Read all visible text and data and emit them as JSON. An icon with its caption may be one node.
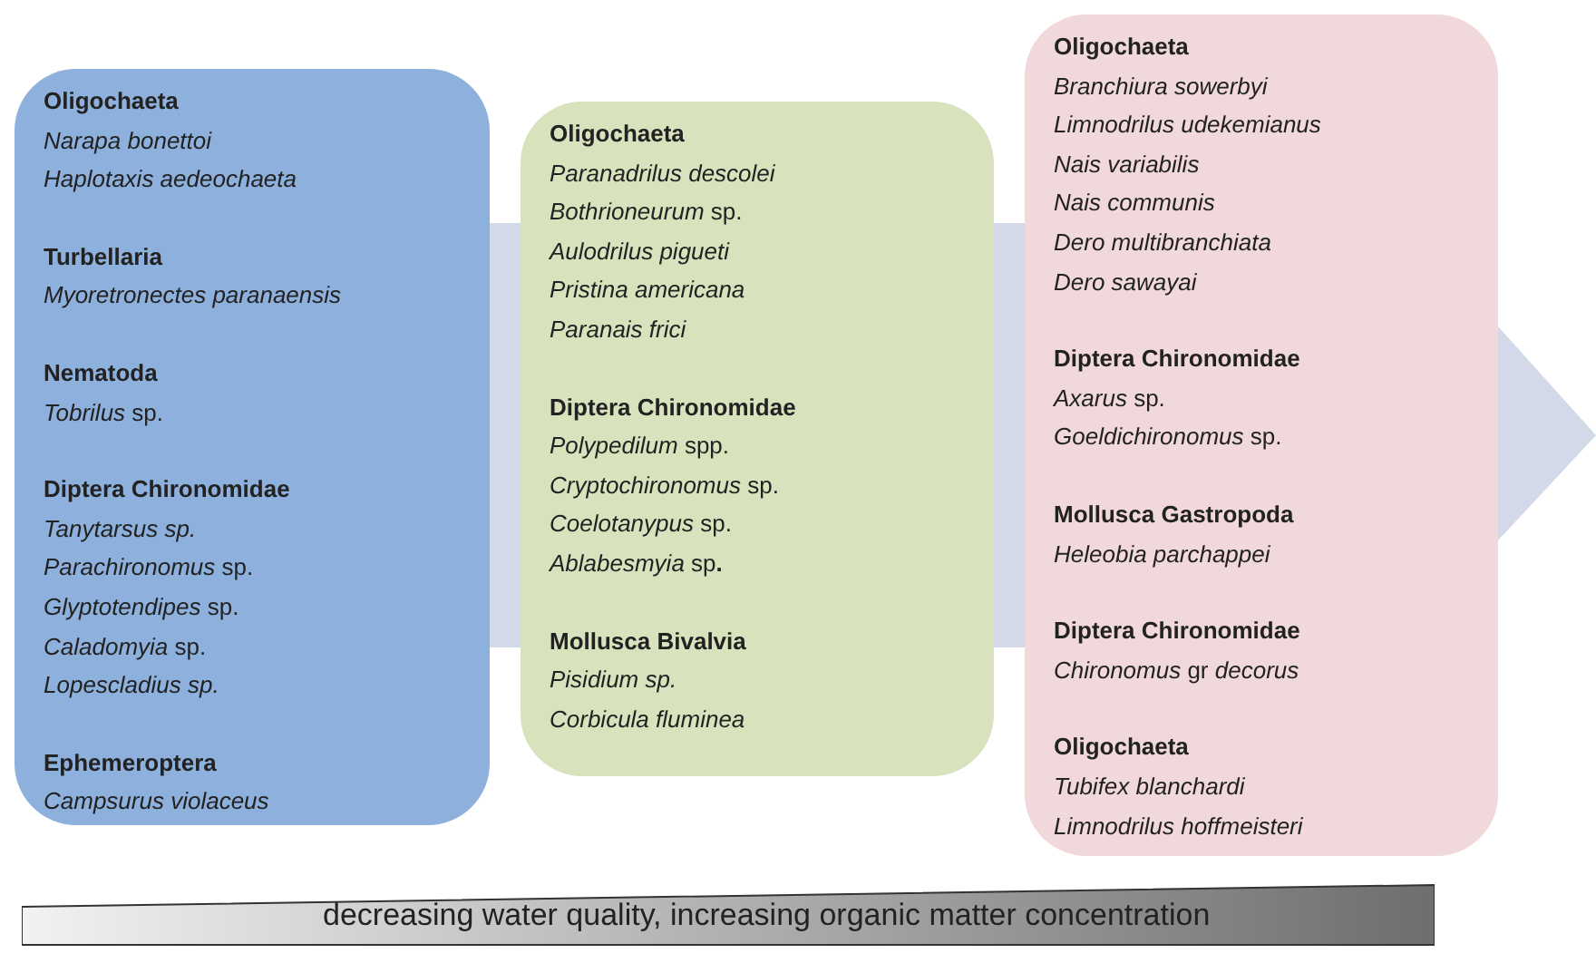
{
  "diagram": {
    "nodes": [
      {
        "text": [],
        "shape": "box"
      },
      {
        "text": [
          "Oligochaeta",
          "Narapa bonettoi",
          "Haplotaxis aedeochaeta"
        ],
        "in": 0
      },
      {
        "text": [
          "Turbellaria",
          "Myoretronectes paranaensis"
        ],
        "in": 0
      },
      {
        "text": [
          "Nematoda",
          "*Tobrilus* sp."
        ],
        "in": 0
      },
      {
        "text": [
          "Diptera Chironomidae",
          "Tanytarsus sp.",
          "*Parachironomus* sp.",
          "*Glyptotendipes* sp.",
          "*Caladomyia* sp.",
          "Lopescladius sp."
        ],
        "in": 0
      },
      {
        "text": [
          "Ephemeroptera",
          "Campsurus violaceus"
        ],
        "in": 0
      },
      {
        "text": [],
        "shape": "box"
      },
      {
        "text": [
          "Oligochaeta",
          "Paranadrilus descolei",
          "*Bothrioneurum* sp.",
          "Aulodrilus pigueti",
          "Pristina americana",
          "Paranais frici"
        ],
        "in": 6
      },
      {
        "text": [
          "Diptera Chironomidae",
          "*Polypedilum* spp.",
          "*Cryptochironomus* sp.",
          "*Coelotanypus* sp.",
          "*Ablabesmyia* sp**.**"
        ],
        "in": 6
      },
      {
        "text": [
          "Mollusca Bivalvia",
          "Pisidium sp.",
          "Corbicula fluminea"
        ],
        "in": 6
      },
      {
        "text": [],
        "shape": "box"
      },
      {
        "text": [
          "Oligochaeta",
          "Branchiura sowerbyi",
          "Limnodrilus udekemianus",
          "Nais variabilis",
          "Nais communis",
          "Dero multibranchiata",
          "Dero sawayai"
        ],
        "in": 10
      },
      {
        "text": [
          "Diptera Chironomidae",
          "*Axarus* sp.",
          "*Goeldichironomus* sp."
        ],
        "in": 10
      },
      {
        "text": [
          "Mollusca Gastropoda",
          "Heleobia parchappei"
        ],
        "in": 10
      },
      {
        "text": [
          "Diptera Chironomidae",
          "*Chironomus* gr *decorus*"
        ],
        "in": 10
      },
      {
        "text": [
          "Oligochaeta",
          "Tubifex  blanchardi",
          "Limnodrilus hoffmeisteri"
        ],
        "in": 10
      },
      {
        "text": [
          "decreasing water quality, increasing organic matter concentration"
        ]
      }
    ],
    "edges": [
      {
        "from": 0,
        "to": 6,
        "arrow": "none"
      },
      {
        "from": 6,
        "to": 10,
        "arrow": "none"
      },
      {
        "from": 10,
        "to": null,
        "arrow": "to"
      }
    ]
  }
}
